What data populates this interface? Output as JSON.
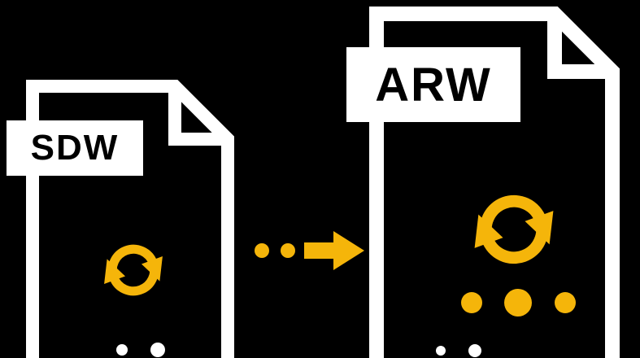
{
  "illustration": {
    "title": "File conversion illustration",
    "source": {
      "format": "SDW"
    },
    "target": {
      "format": "ARW"
    },
    "direction": "left-to-right"
  },
  "icons": {
    "source_document": "document-icon",
    "target_document": "document-icon",
    "sync": "sync-arrows-icon",
    "flow_arrow": "arrow-right-icon",
    "ellipsis_accent": "ellipsis-dots-icon",
    "ellipsis_edge": "ellipsis-dots-icon"
  },
  "colors": {
    "background": "#000000",
    "foreground": "#ffffff",
    "accent": "#f5b50a",
    "label_text": "#000000"
  }
}
